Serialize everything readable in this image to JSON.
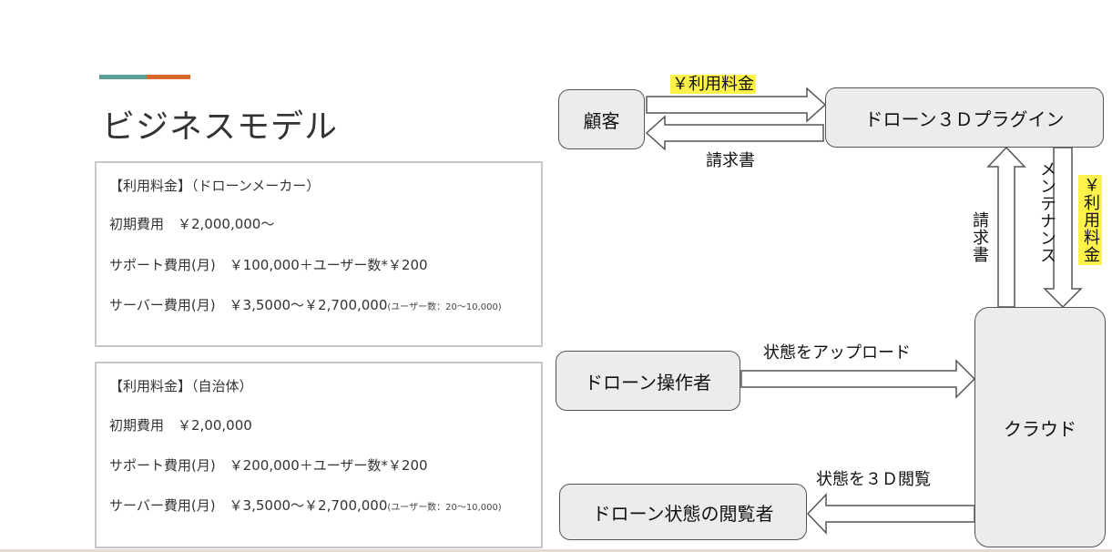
{
  "header": {
    "title": "ビジネスモデル"
  },
  "plans": [
    {
      "heading": "【利用料金】（ドローンメーカー）",
      "initial": "初期費用　￥2,000,000〜",
      "support": "サポート費用(月)　￥100,000＋ユーザー数*￥200",
      "server": "サーバー費用(月)　￥3,5000〜￥2,700,000",
      "server_note": "(ユーザー数：20〜10,000)"
    },
    {
      "heading": "【利用料金】（自治体）",
      "initial": "初期費用　￥2,00,000",
      "support": "サポート費用(月)　￥200,000＋ユーザー数*￥200",
      "server": "サーバー費用(月)　￥3,5000〜￥2,700,000",
      "server_note": "(ユーザー数：20〜10,000)"
    }
  ],
  "diagram": {
    "nodes": {
      "customer": "顧客",
      "plugin": "ドローン３Ｄプラグイン",
      "operator": "ドローン操作者",
      "cloud": "クラウド",
      "viewer": "ドローン状態の閲覧者"
    },
    "edges": {
      "fee_top": "￥利用料金",
      "invoice_top": "請求書",
      "invoice_side": "請求書",
      "maintenance": "メンテナンス",
      "fee_side": "￥利用料金",
      "upload": "状態をアップロード",
      "view3d": "状態を３Ｄ閲覧"
    },
    "highlight_color": "#fdf24a"
  }
}
